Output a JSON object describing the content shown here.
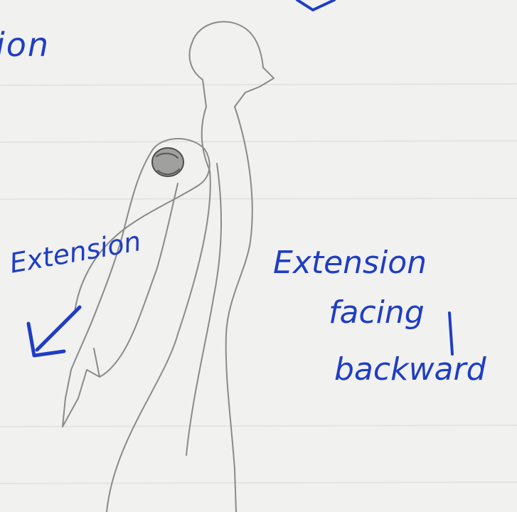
{
  "labels": {
    "top_partial": "ion",
    "left_arrow": "Extension",
    "right_line1": "Extension",
    "right_line2": "facing",
    "right_line3": "backward"
  },
  "colors": {
    "ink": "#1f3dc4",
    "pencil": "#7d7d7d",
    "paper": "#f1f1ef"
  }
}
